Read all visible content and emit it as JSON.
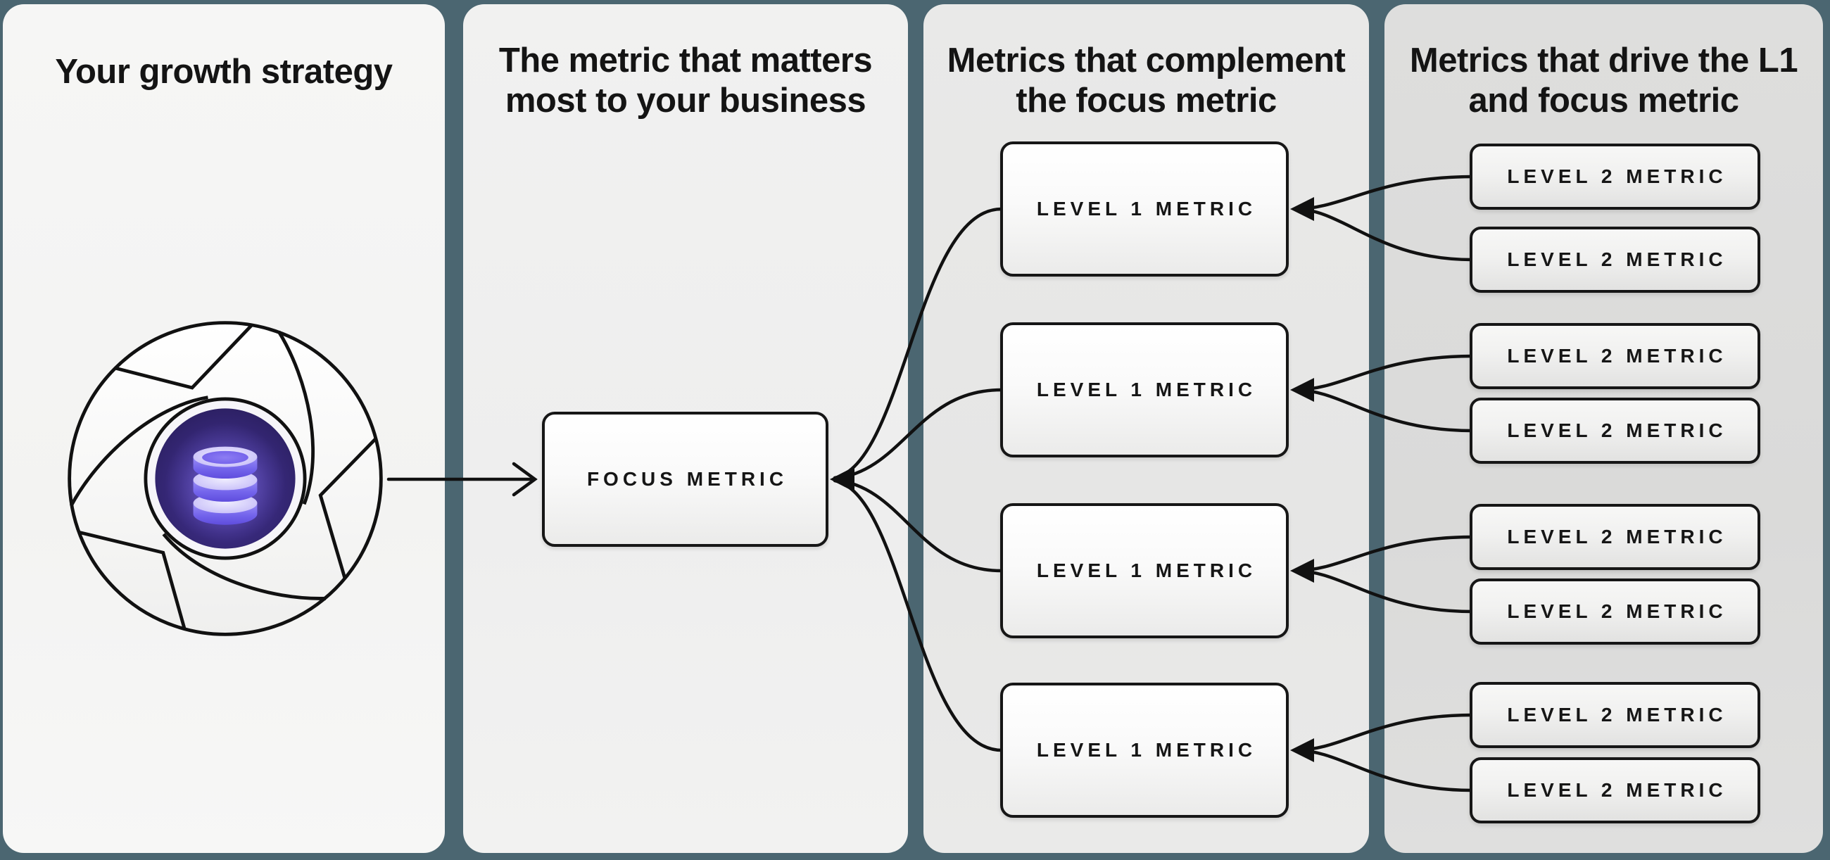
{
  "diagram": {
    "columns": [
      {
        "title_line1": "Your growth strategy",
        "title_line2": ""
      },
      {
        "title_line1": "The metric that matters",
        "title_line2": "most to your business",
        "box_label": "FOCUS METRIC"
      },
      {
        "title_line1": "Metrics that complement",
        "title_line2": "the focus metric",
        "boxes": [
          "LEVEL 1 METRIC",
          "LEVEL 1 METRIC",
          "LEVEL 1 METRIC",
          "LEVEL 1 METRIC"
        ]
      },
      {
        "title_line1": "Metrics that drive the L1",
        "title_line2": "and focus metric",
        "boxes": [
          "LEVEL 2 METRIC",
          "LEVEL 2 METRIC",
          "LEVEL 2 METRIC",
          "LEVEL 2 METRIC",
          "LEVEL 2 METRIC",
          "LEVEL 2 METRIC",
          "LEVEL 2 METRIC",
          "LEVEL 2 METRIC"
        ]
      }
    ],
    "icons": {
      "growth_loop": "growth-loop-flywheel-icon",
      "database": "database-icon"
    },
    "colors": {
      "background_teal": "#4b6671",
      "panel_1": "#f5f5f4",
      "panel_2": "#f0f0ef",
      "panel_3": "#e8e8e7",
      "panel_4": "#dcdcdb",
      "line": "#111111",
      "node_border": "#161616",
      "icon_circle_bg": "#2b2060",
      "icon_purple": "#7a6af0"
    }
  }
}
